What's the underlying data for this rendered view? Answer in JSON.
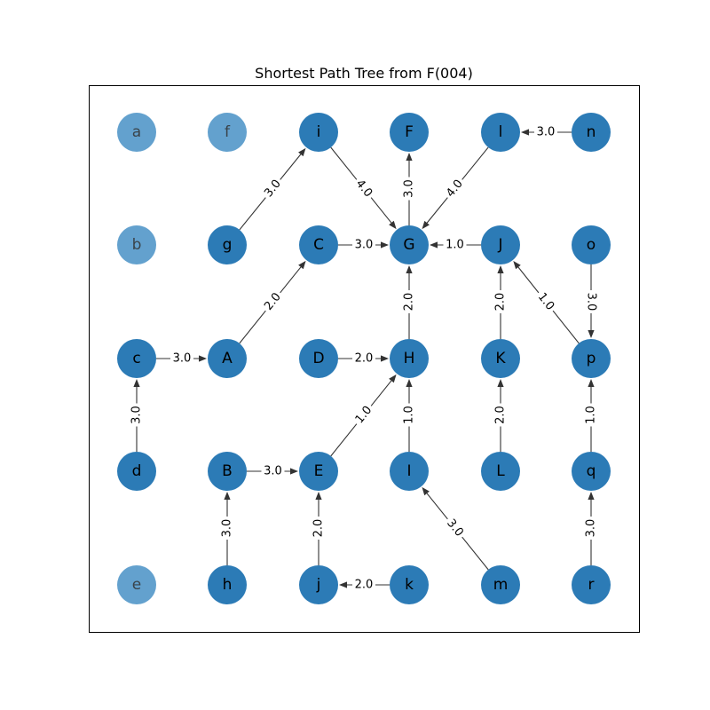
{
  "title": "Shortest Path Tree from F(004)",
  "colors": {
    "node": "#2c7bb6",
    "node_faded": "#5b9ccb",
    "edge": "#333333",
    "frame": "#000000"
  },
  "nodes": [
    {
      "id": "a",
      "label": "a",
      "col": 0,
      "row": 0,
      "faded": true
    },
    {
      "id": "f",
      "label": "f",
      "col": 1,
      "row": 0,
      "faded": true
    },
    {
      "id": "i",
      "label": "i",
      "col": 2,
      "row": 0
    },
    {
      "id": "F",
      "label": "F",
      "col": 3,
      "row": 0
    },
    {
      "id": "l",
      "label": "l",
      "col": 4,
      "row": 0
    },
    {
      "id": "n",
      "label": "n",
      "col": 5,
      "row": 0
    },
    {
      "id": "b",
      "label": "b",
      "col": 0,
      "row": 1,
      "faded": true
    },
    {
      "id": "g",
      "label": "g",
      "col": 1,
      "row": 1
    },
    {
      "id": "C",
      "label": "C",
      "col": 2,
      "row": 1
    },
    {
      "id": "G",
      "label": "G",
      "col": 3,
      "row": 1
    },
    {
      "id": "J",
      "label": "J",
      "col": 4,
      "row": 1
    },
    {
      "id": "o",
      "label": "o",
      "col": 5,
      "row": 1
    },
    {
      "id": "c",
      "label": "c",
      "col": 0,
      "row": 2
    },
    {
      "id": "A",
      "label": "A",
      "col": 1,
      "row": 2
    },
    {
      "id": "D",
      "label": "D",
      "col": 2,
      "row": 2
    },
    {
      "id": "H",
      "label": "H",
      "col": 3,
      "row": 2
    },
    {
      "id": "K",
      "label": "K",
      "col": 4,
      "row": 2
    },
    {
      "id": "p",
      "label": "p",
      "col": 5,
      "row": 2
    },
    {
      "id": "d",
      "label": "d",
      "col": 0,
      "row": 3
    },
    {
      "id": "B",
      "label": "B",
      "col": 1,
      "row": 3
    },
    {
      "id": "E",
      "label": "E",
      "col": 2,
      "row": 3
    },
    {
      "id": "I",
      "label": "I",
      "col": 3,
      "row": 3
    },
    {
      "id": "L",
      "label": "L",
      "col": 4,
      "row": 3
    },
    {
      "id": "q",
      "label": "q",
      "col": 5,
      "row": 3
    },
    {
      "id": "e",
      "label": "e",
      "col": 0,
      "row": 4,
      "faded": true
    },
    {
      "id": "h",
      "label": "h",
      "col": 1,
      "row": 4
    },
    {
      "id": "j",
      "label": "j",
      "col": 2,
      "row": 4
    },
    {
      "id": "k",
      "label": "k",
      "col": 3,
      "row": 4
    },
    {
      "id": "m",
      "label": "m",
      "col": 4,
      "row": 4
    },
    {
      "id": "r",
      "label": "r",
      "col": 5,
      "row": 4
    }
  ],
  "edges": [
    {
      "from": "n",
      "to": "l",
      "weight": "3.0"
    },
    {
      "from": "g",
      "to": "i",
      "weight": "3.0"
    },
    {
      "from": "i",
      "to": "G",
      "weight": "4.0"
    },
    {
      "from": "G",
      "to": "F",
      "weight": "3.0"
    },
    {
      "from": "l",
      "to": "G",
      "weight": "4.0"
    },
    {
      "from": "C",
      "to": "G",
      "weight": "3.0"
    },
    {
      "from": "J",
      "to": "G",
      "weight": "1.0"
    },
    {
      "from": "H",
      "to": "G",
      "weight": "2.0"
    },
    {
      "from": "A",
      "to": "C",
      "weight": "2.0"
    },
    {
      "from": "c",
      "to": "A",
      "weight": "3.0"
    },
    {
      "from": "D",
      "to": "H",
      "weight": "2.0"
    },
    {
      "from": "K",
      "to": "J",
      "weight": "2.0"
    },
    {
      "from": "p",
      "to": "J",
      "weight": "1.0"
    },
    {
      "from": "o",
      "to": "p",
      "weight": "3.0"
    },
    {
      "from": "d",
      "to": "c",
      "weight": "3.0"
    },
    {
      "from": "B",
      "to": "E",
      "weight": "3.0"
    },
    {
      "from": "E",
      "to": "H",
      "weight": "1.0"
    },
    {
      "from": "I",
      "to": "H",
      "weight": "1.0"
    },
    {
      "from": "L",
      "to": "K",
      "weight": "2.0"
    },
    {
      "from": "q",
      "to": "p",
      "weight": "1.0"
    },
    {
      "from": "h",
      "to": "B",
      "weight": "3.0"
    },
    {
      "from": "j",
      "to": "E",
      "weight": "2.0"
    },
    {
      "from": "k",
      "to": "j",
      "weight": "2.0"
    },
    {
      "from": "m",
      "to": "I",
      "weight": "3.0"
    },
    {
      "from": "r",
      "to": "q",
      "weight": "3.0"
    }
  ]
}
